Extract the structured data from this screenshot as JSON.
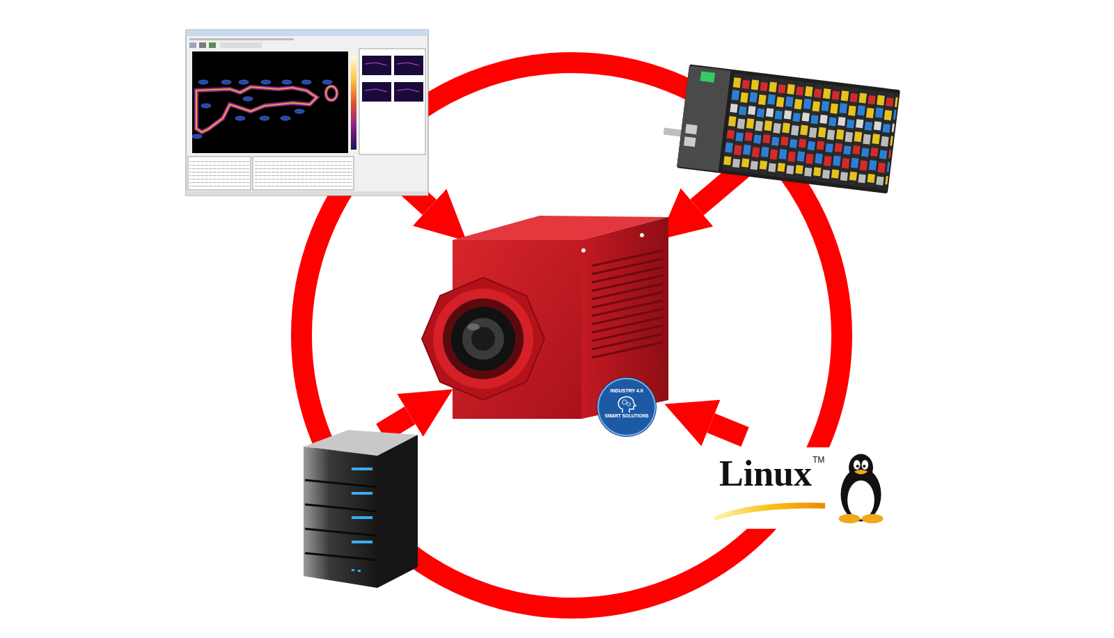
{
  "diagram": {
    "nodes": [
      {
        "text": [
          "INDUSTRY 4.0",
          "SMART SOLUTIONS"
        ]
      },
      {
        "text": [
          "Linux",
          "TM"
        ]
      }
    ]
  }
}
